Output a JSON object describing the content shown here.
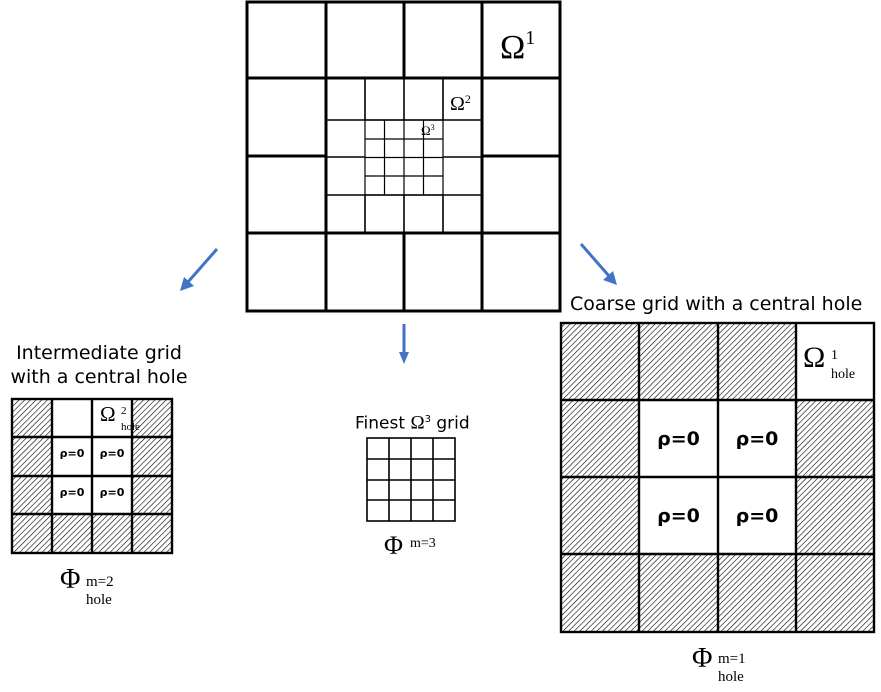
{
  "top_grid": {
    "omega1": {
      "symbol": "Ω",
      "sup": "1"
    },
    "omega2": {
      "symbol": "Ω",
      "sup": "2"
    },
    "omega3": {
      "symbol": "Ω",
      "sup": "3"
    }
  },
  "intermediate": {
    "title_line1": "Intermediate grid",
    "title_line2": "with a central hole",
    "omega": {
      "symbol": "Ω",
      "sup": "2",
      "sub": "hole"
    },
    "cells": [
      "ρ=0",
      "ρ=0",
      "ρ=0",
      "ρ=0"
    ],
    "phi": {
      "symbol": "Φ",
      "sup": "m=2",
      "sub": "hole"
    }
  },
  "finest": {
    "title_prefix": "Finest",
    "title_symbol": "Ω",
    "title_sup": "3",
    "title_suffix": "grid",
    "phi": {
      "symbol": "Φ",
      "sup": "m=3"
    }
  },
  "coarse": {
    "title": "Coarse grid with a central hole",
    "omega": {
      "symbol": "Ω",
      "sup": "1",
      "sub": "hole"
    },
    "cells": [
      "ρ=0",
      "ρ=0",
      "ρ=0",
      "ρ=0"
    ],
    "phi": {
      "symbol": "Φ",
      "sup": "m=1",
      "sub": "hole"
    }
  },
  "colors": {
    "arrow": "#4472c4",
    "line": "#000000",
    "hatch": "#000000"
  }
}
